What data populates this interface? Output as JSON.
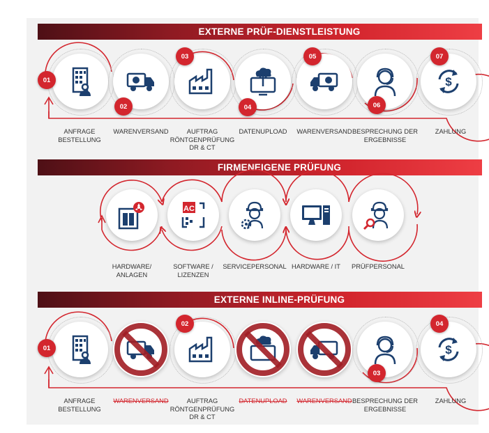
{
  "sections": [
    {
      "title": "EXTERNE PRÜF-DIENSTLEISTUNG",
      "steps": [
        {
          "badge": "01",
          "icon": "office-building-person-icon",
          "label": "ANFRAGE BESTELLUNG"
        },
        {
          "badge": "02",
          "icon": "delivery-truck-icon",
          "label": "WARENVERSAND"
        },
        {
          "badge": "03",
          "icon": "factory-icon",
          "label": "AUFTRAG RÖNTGENPRÜFUNG DR & CT"
        },
        {
          "badge": "04",
          "icon": "cloud-upload-monitor-icon",
          "label": "DATENUPLOAD"
        },
        {
          "badge": "05",
          "icon": "delivery-truck-icon",
          "label": "WARENVERSAND"
        },
        {
          "badge": "06",
          "icon": "headset-person-icon",
          "label": "BESPRECHUNG DER ERGEBNISSE"
        },
        {
          "badge": "07",
          "icon": "dollar-cycle-icon",
          "label": "ZAHLUNG"
        }
      ]
    },
    {
      "title": "FIRMENEIGENE PRÜFUNG",
      "steps": [
        {
          "icon": "radiation-cabinet-icon",
          "label": "HARDWARE/ ANLAGEN"
        },
        {
          "icon": "software-ac-icon",
          "label": "SOFTWARE / LIZENZEN",
          "icon_text": "AC"
        },
        {
          "icon": "worker-gear-icon",
          "label": "SERVICEPERSONAL"
        },
        {
          "icon": "computer-tower-icon",
          "label": "HARDWARE / IT"
        },
        {
          "icon": "worker-magnifier-icon",
          "label": "PRÜFPERSONAL"
        }
      ]
    },
    {
      "title": "EXTERNE INLINE-PRÜFUNG",
      "steps": [
        {
          "badge": "01",
          "icon": "office-building-person-icon",
          "label": "ANFRAGE BESTELLUNG"
        },
        {
          "icon": "delivery-truck-crossed-icon",
          "label": "WARENVERSAND",
          "struck": true
        },
        {
          "badge": "02",
          "icon": "factory-icon",
          "label": "AUFTRAG RÖNTGENPRÜFUNG DR & CT"
        },
        {
          "icon": "cloud-upload-crossed-icon",
          "label": "DATENUPLOAD",
          "struck": true
        },
        {
          "icon": "delivery-truck-crossed-icon",
          "label": "WARENVERSAND",
          "struck": true
        },
        {
          "badge": "03",
          "icon": "headset-person-icon",
          "label": "BESPRECHUNG DER ERGEBNISSE"
        },
        {
          "badge": "04",
          "icon": "dollar-cycle-icon",
          "label": "ZAHLUNG"
        }
      ]
    }
  ],
  "colors": {
    "accent": "#d3262e",
    "dark_red": "#4e1016",
    "icon": "#1c3f6e"
  }
}
